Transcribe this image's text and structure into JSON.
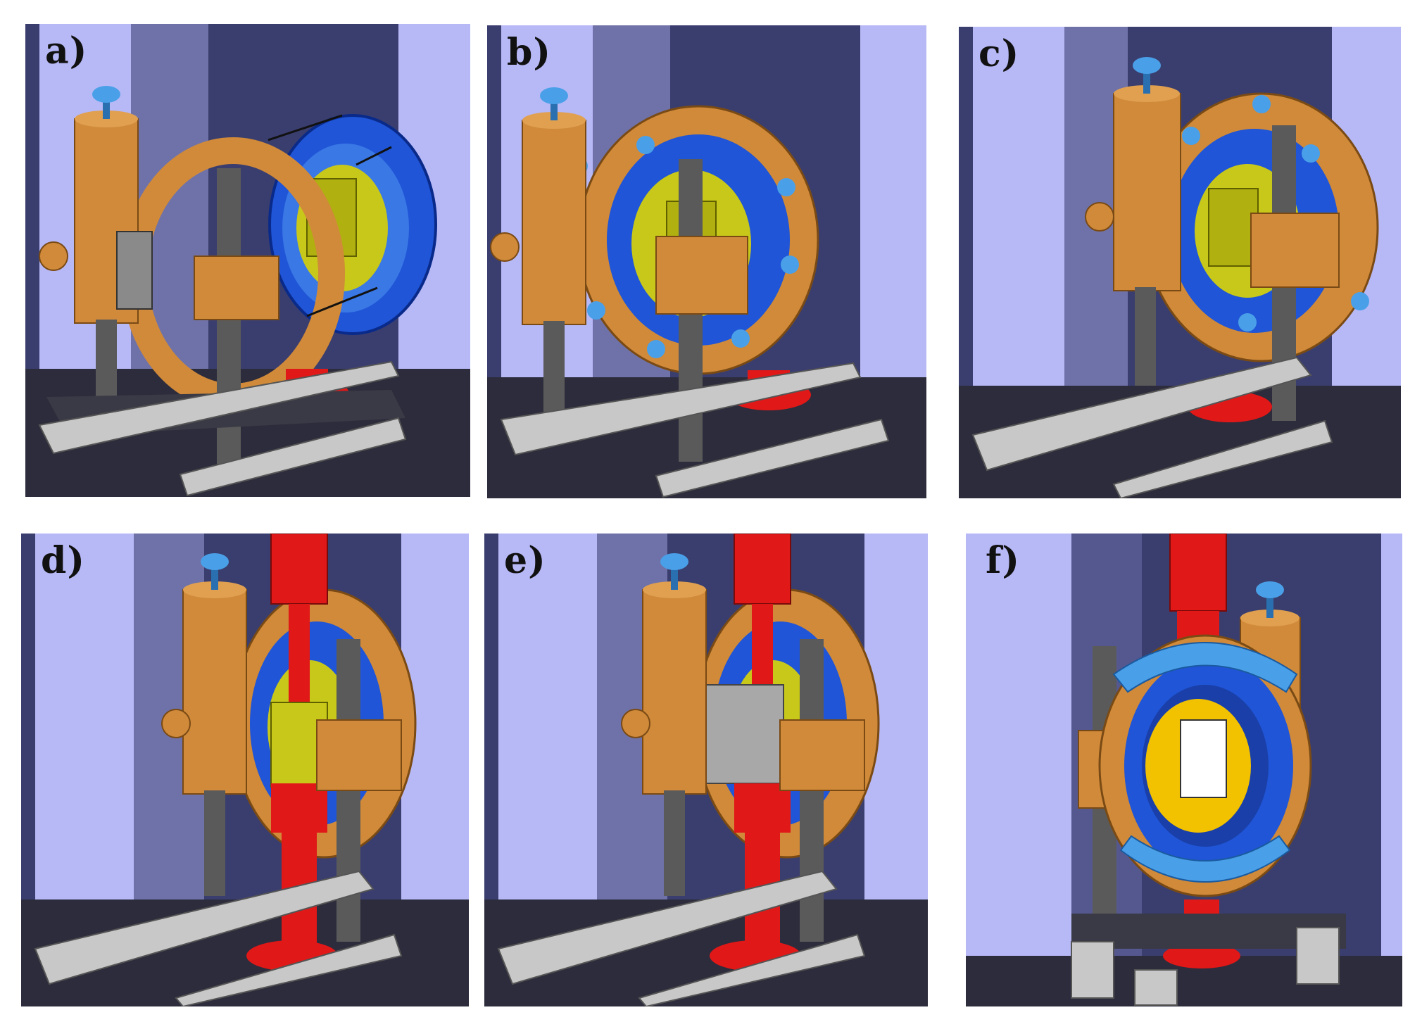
{
  "figure": {
    "panels": [
      {
        "label": "a)",
        "stage": "flange-open",
        "arrows": true
      },
      {
        "label": "b)",
        "stage": "flange-closed"
      },
      {
        "label": "c)",
        "stage": "flange-closed-rotated"
      },
      {
        "label": "d)",
        "stage": "push-rod-sample"
      },
      {
        "label": "e)",
        "stage": "push-rod-grips"
      },
      {
        "label": "f)",
        "stage": "front-view-ring"
      }
    ],
    "colors": {
      "background_wall": "#b7b8f6",
      "wall_dark": "#3a3e6e",
      "wall_mid": "#6f72a8",
      "bronze": "#d08a3a",
      "bronze_dark": "#9a5a1e",
      "blue": "#1f55d6",
      "light_blue": "#4aa0e8",
      "yellow": "#c8c81a",
      "red": "#e01818",
      "steel": "#5a5a5a",
      "rail": "#c8c8c8",
      "floor": "#2c2c3c"
    }
  }
}
